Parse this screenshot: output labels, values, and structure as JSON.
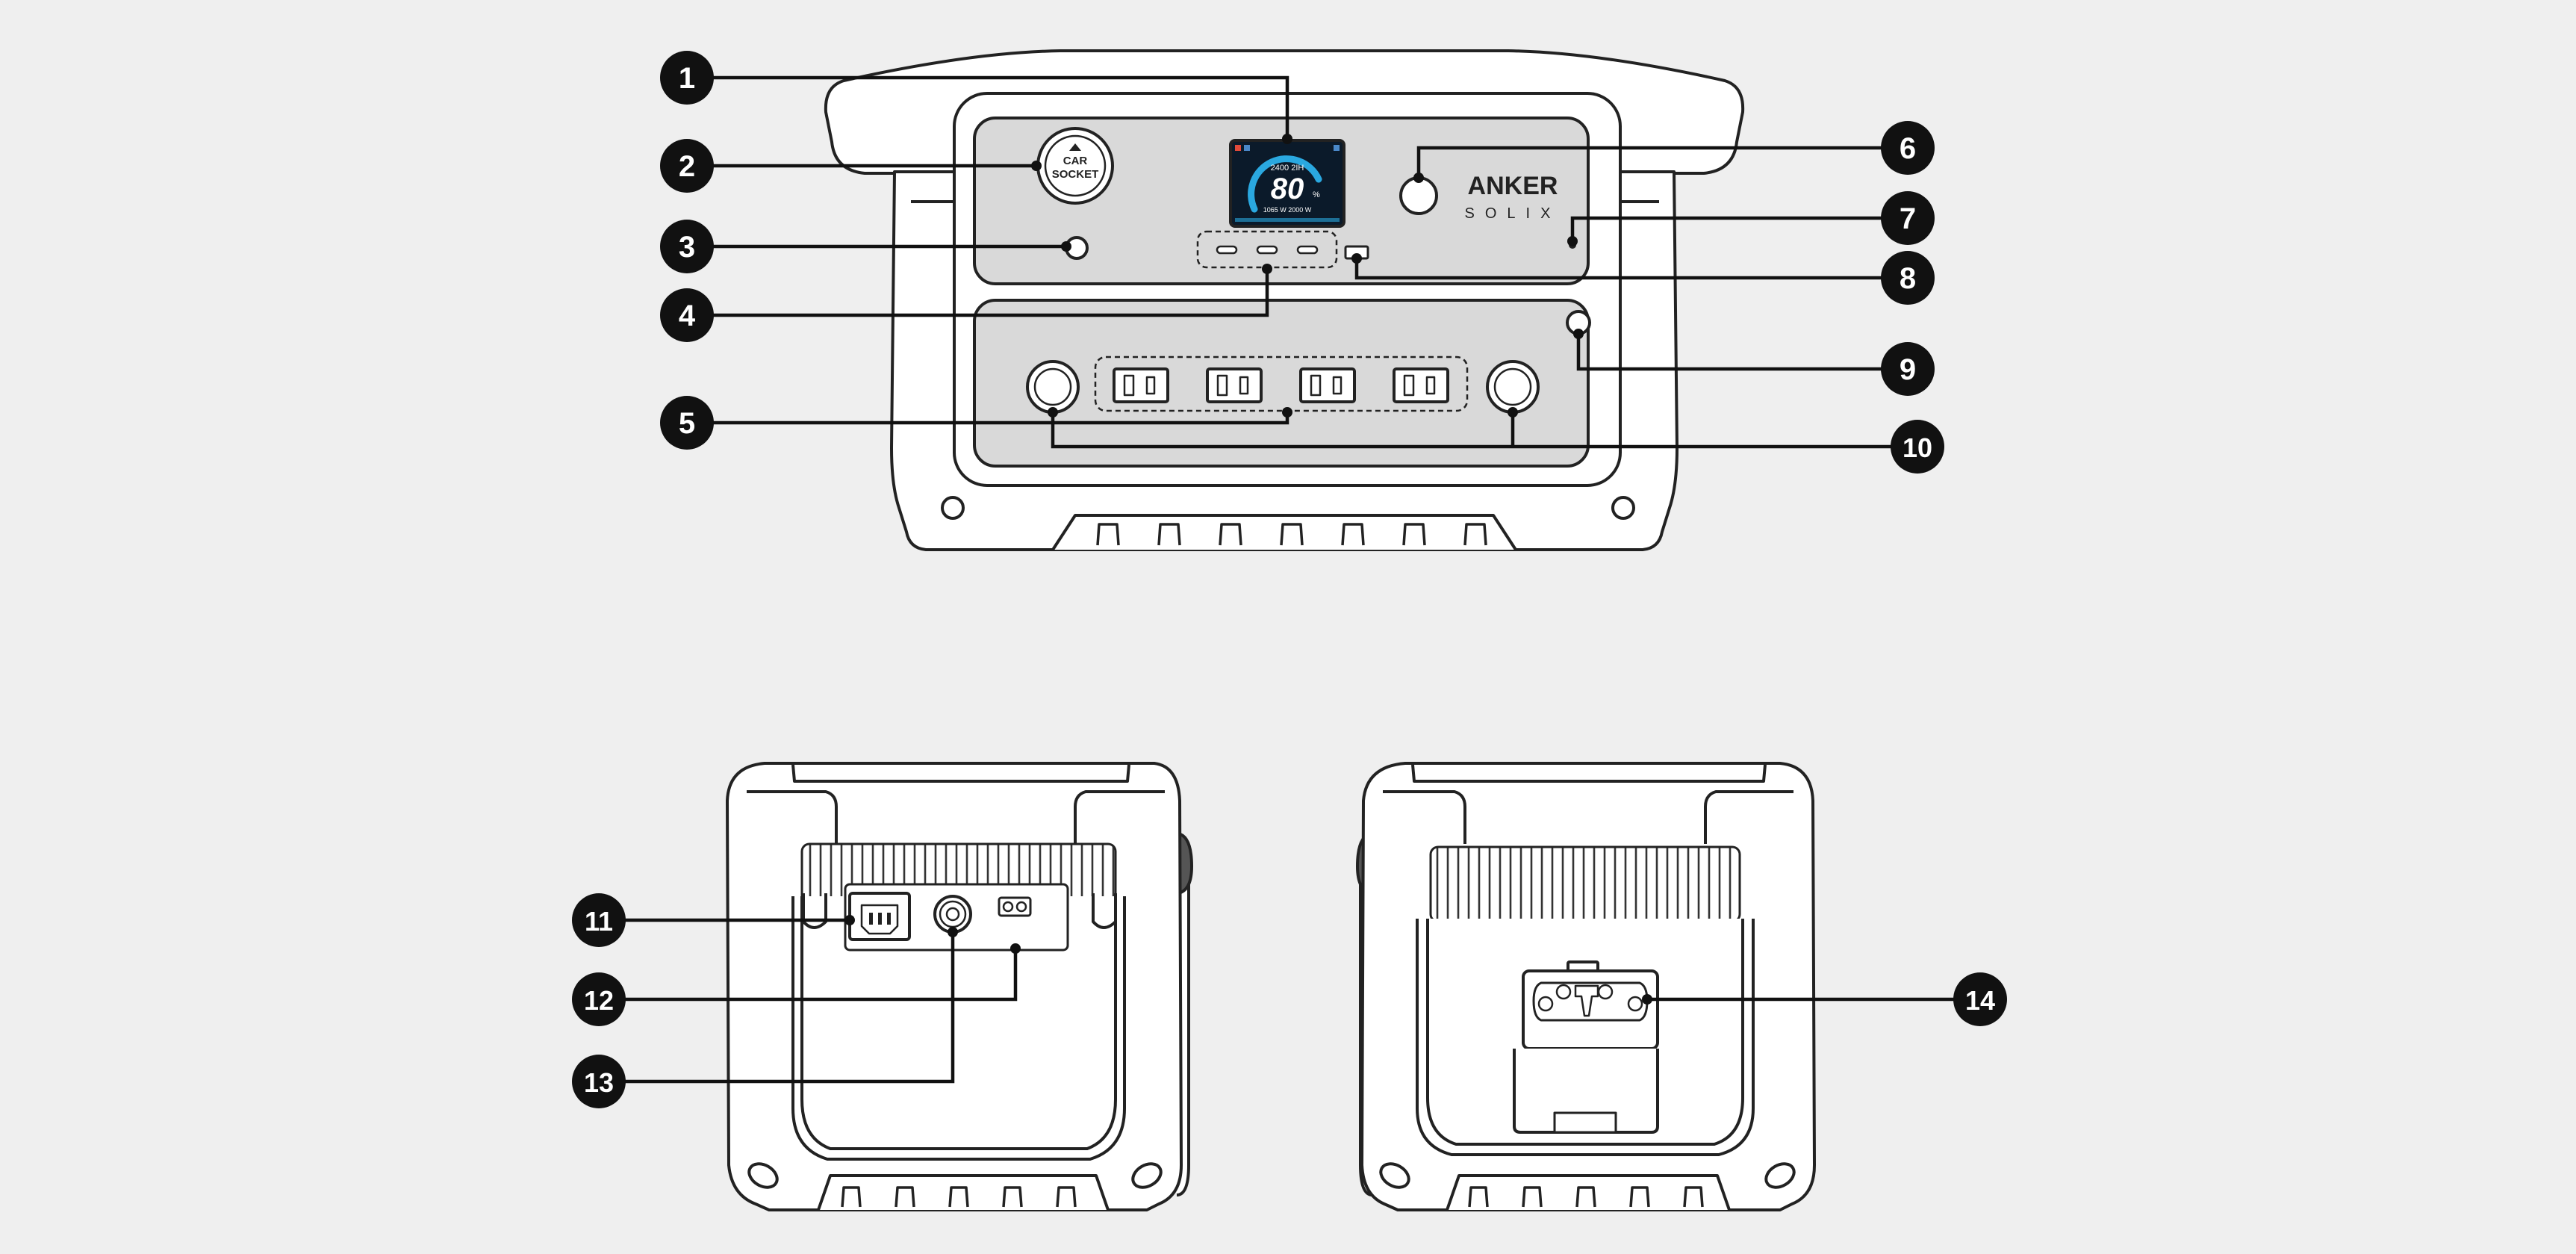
{
  "device": {
    "car_socket_line1": "CAR",
    "car_socket_line2": "SOCKET",
    "brand_line1": "ANKER",
    "brand_line2": "SOLIX"
  },
  "screen": {
    "top_text": "2400 2IH",
    "percent": "80",
    "percent_unit": "%",
    "bottom_text": "1065 W   2000 W"
  },
  "callouts": [
    "1",
    "2",
    "3",
    "4",
    "5",
    "6",
    "7",
    "8",
    "9",
    "10",
    "11",
    "12",
    "13",
    "14"
  ],
  "colors": {
    "background": "#efefef",
    "outline": "#222222",
    "panel_fill": "#d9d9d9",
    "callout": "#111111",
    "screen": "#0b1a2a",
    "screen_arc": "#2aa8e0"
  }
}
